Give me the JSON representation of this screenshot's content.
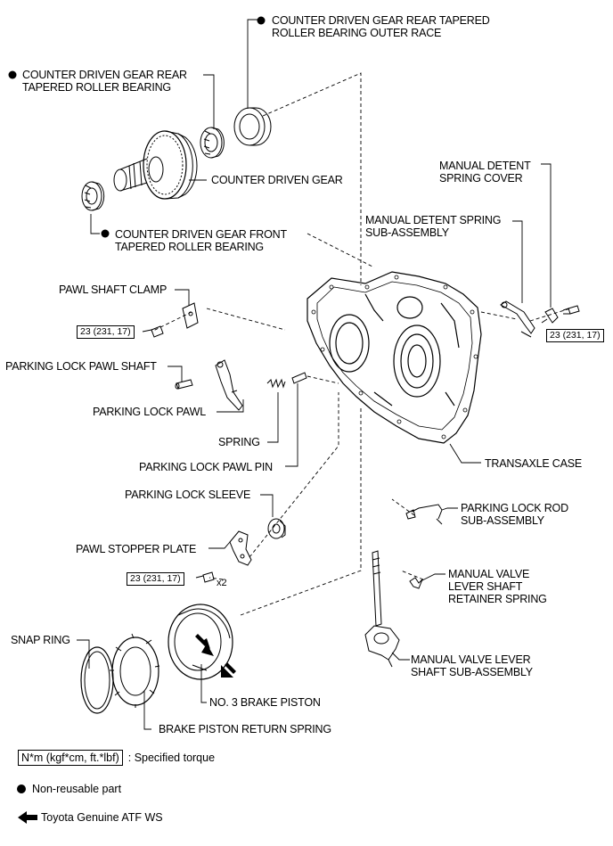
{
  "labels": {
    "outer_race": [
      "COUNTER DRIVEN GEAR REAR TAPERED",
      "ROLLER BEARING OUTER RACE"
    ],
    "rear_bearing": [
      "COUNTER DRIVEN GEAR REAR",
      "TAPERED ROLLER BEARING"
    ],
    "driven_gear": "COUNTER DRIVEN GEAR",
    "front_bearing": [
      "COUNTER DRIVEN GEAR FRONT",
      "TAPERED ROLLER BEARING"
    ],
    "detent_cover": [
      "MANUAL DETENT",
      "SPRING COVER"
    ],
    "detent_spring": [
      "MANUAL DETENT SPRING",
      "SUB-ASSEMBLY"
    ],
    "pawl_shaft_clamp": "PAWL SHAFT CLAMP",
    "pawl_shaft": "PARKING LOCK PAWL SHAFT",
    "lock_pawl": "PARKING LOCK PAWL",
    "spring": "SPRING",
    "pawl_pin": "PARKING LOCK PAWL PIN",
    "transaxle_case": "TRANSAXLE CASE",
    "lock_sleeve": "PARKING LOCK SLEEVE",
    "lock_rod": [
      "PARKING LOCK ROD",
      "SUB-ASSEMBLY"
    ],
    "stopper_plate": "PAWL STOPPER PLATE",
    "retainer_spring": [
      "MANUAL VALVE",
      "LEVER SHAFT",
      "RETAINER SPRING"
    ],
    "lever_shaft": [
      "MANUAL VALVE LEVER",
      "SHAFT SUB-ASSEMBLY"
    ],
    "snap_ring": "SNAP RING",
    "brake_piston": "NO. 3 BRAKE PISTON",
    "return_spring": "BRAKE PISTON RETURN SPRING"
  },
  "torque": {
    "left_bolt": "23 (231, 17)",
    "right_bolt": "23 (231, 17)",
    "plate_bolt": "23 (231, 17)",
    "plate_qty": "x2"
  },
  "legend": {
    "torque_unit": "N*m (kgf*cm, ft.*lbf)",
    "torque_desc": ": Specified torque",
    "non_reusable": "Non-reusable part",
    "atf": "Toyota Genuine ATF WS"
  }
}
